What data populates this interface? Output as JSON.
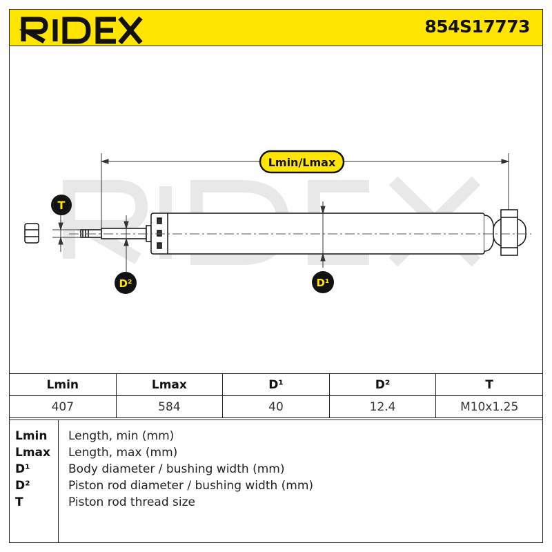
{
  "brand": {
    "name": "RIDEX",
    "accent_color": "#ffe500"
  },
  "part_number": "854S17773",
  "diagram": {
    "watermark": "RIDEX",
    "callouts": {
      "length": "Lmin/Lmax",
      "thread": "T",
      "rod_diameter": "D²",
      "body_diameter": "D¹"
    }
  },
  "spec_table": {
    "headers": [
      "Lmin",
      "Lmax",
      "D¹",
      "D²",
      "T"
    ],
    "values": [
      "407",
      "584",
      "40",
      "12.4",
      "M10x1.25"
    ]
  },
  "legend": [
    {
      "key": "Lmin",
      "desc": "Length, min (mm)"
    },
    {
      "key": "Lmax",
      "desc": "Length, max (mm)"
    },
    {
      "key": "D¹",
      "desc": "Body diameter / bushing width (mm)"
    },
    {
      "key": "D²",
      "desc": "Piston rod diameter / bushing width (mm)"
    },
    {
      "key": "T",
      "desc": "Piston rod thread size"
    }
  ]
}
